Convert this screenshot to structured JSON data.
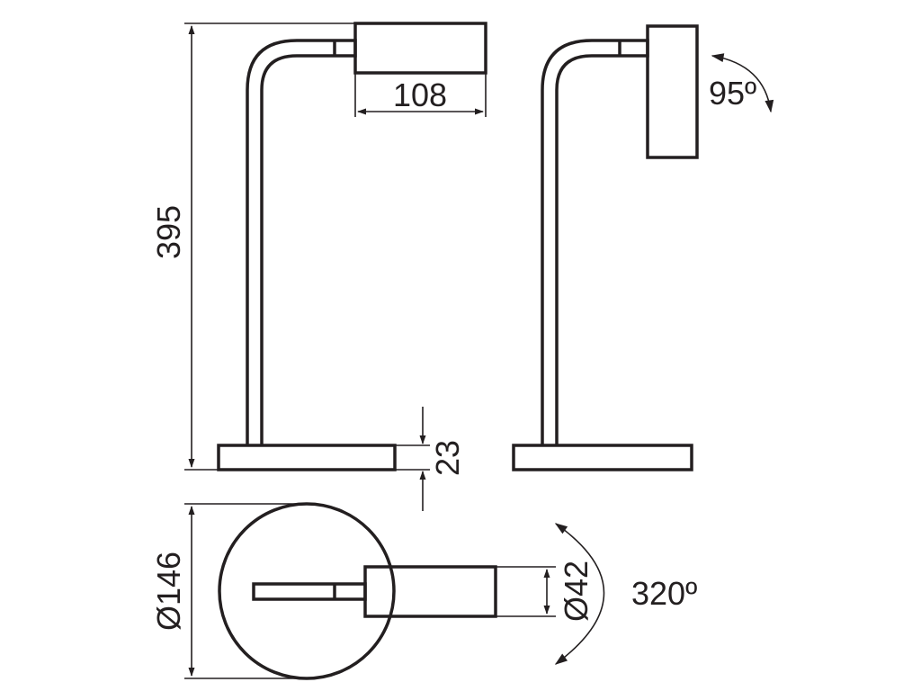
{
  "dimensions": {
    "shade_length": "108",
    "total_height": "395",
    "base_height": "23",
    "base_diameter": "Ø146",
    "shade_diameter": "Ø42"
  },
  "rotations": {
    "tilt": "95º",
    "swivel": "320º"
  },
  "colors": {
    "line": "#231f20",
    "background": "#ffffff"
  }
}
